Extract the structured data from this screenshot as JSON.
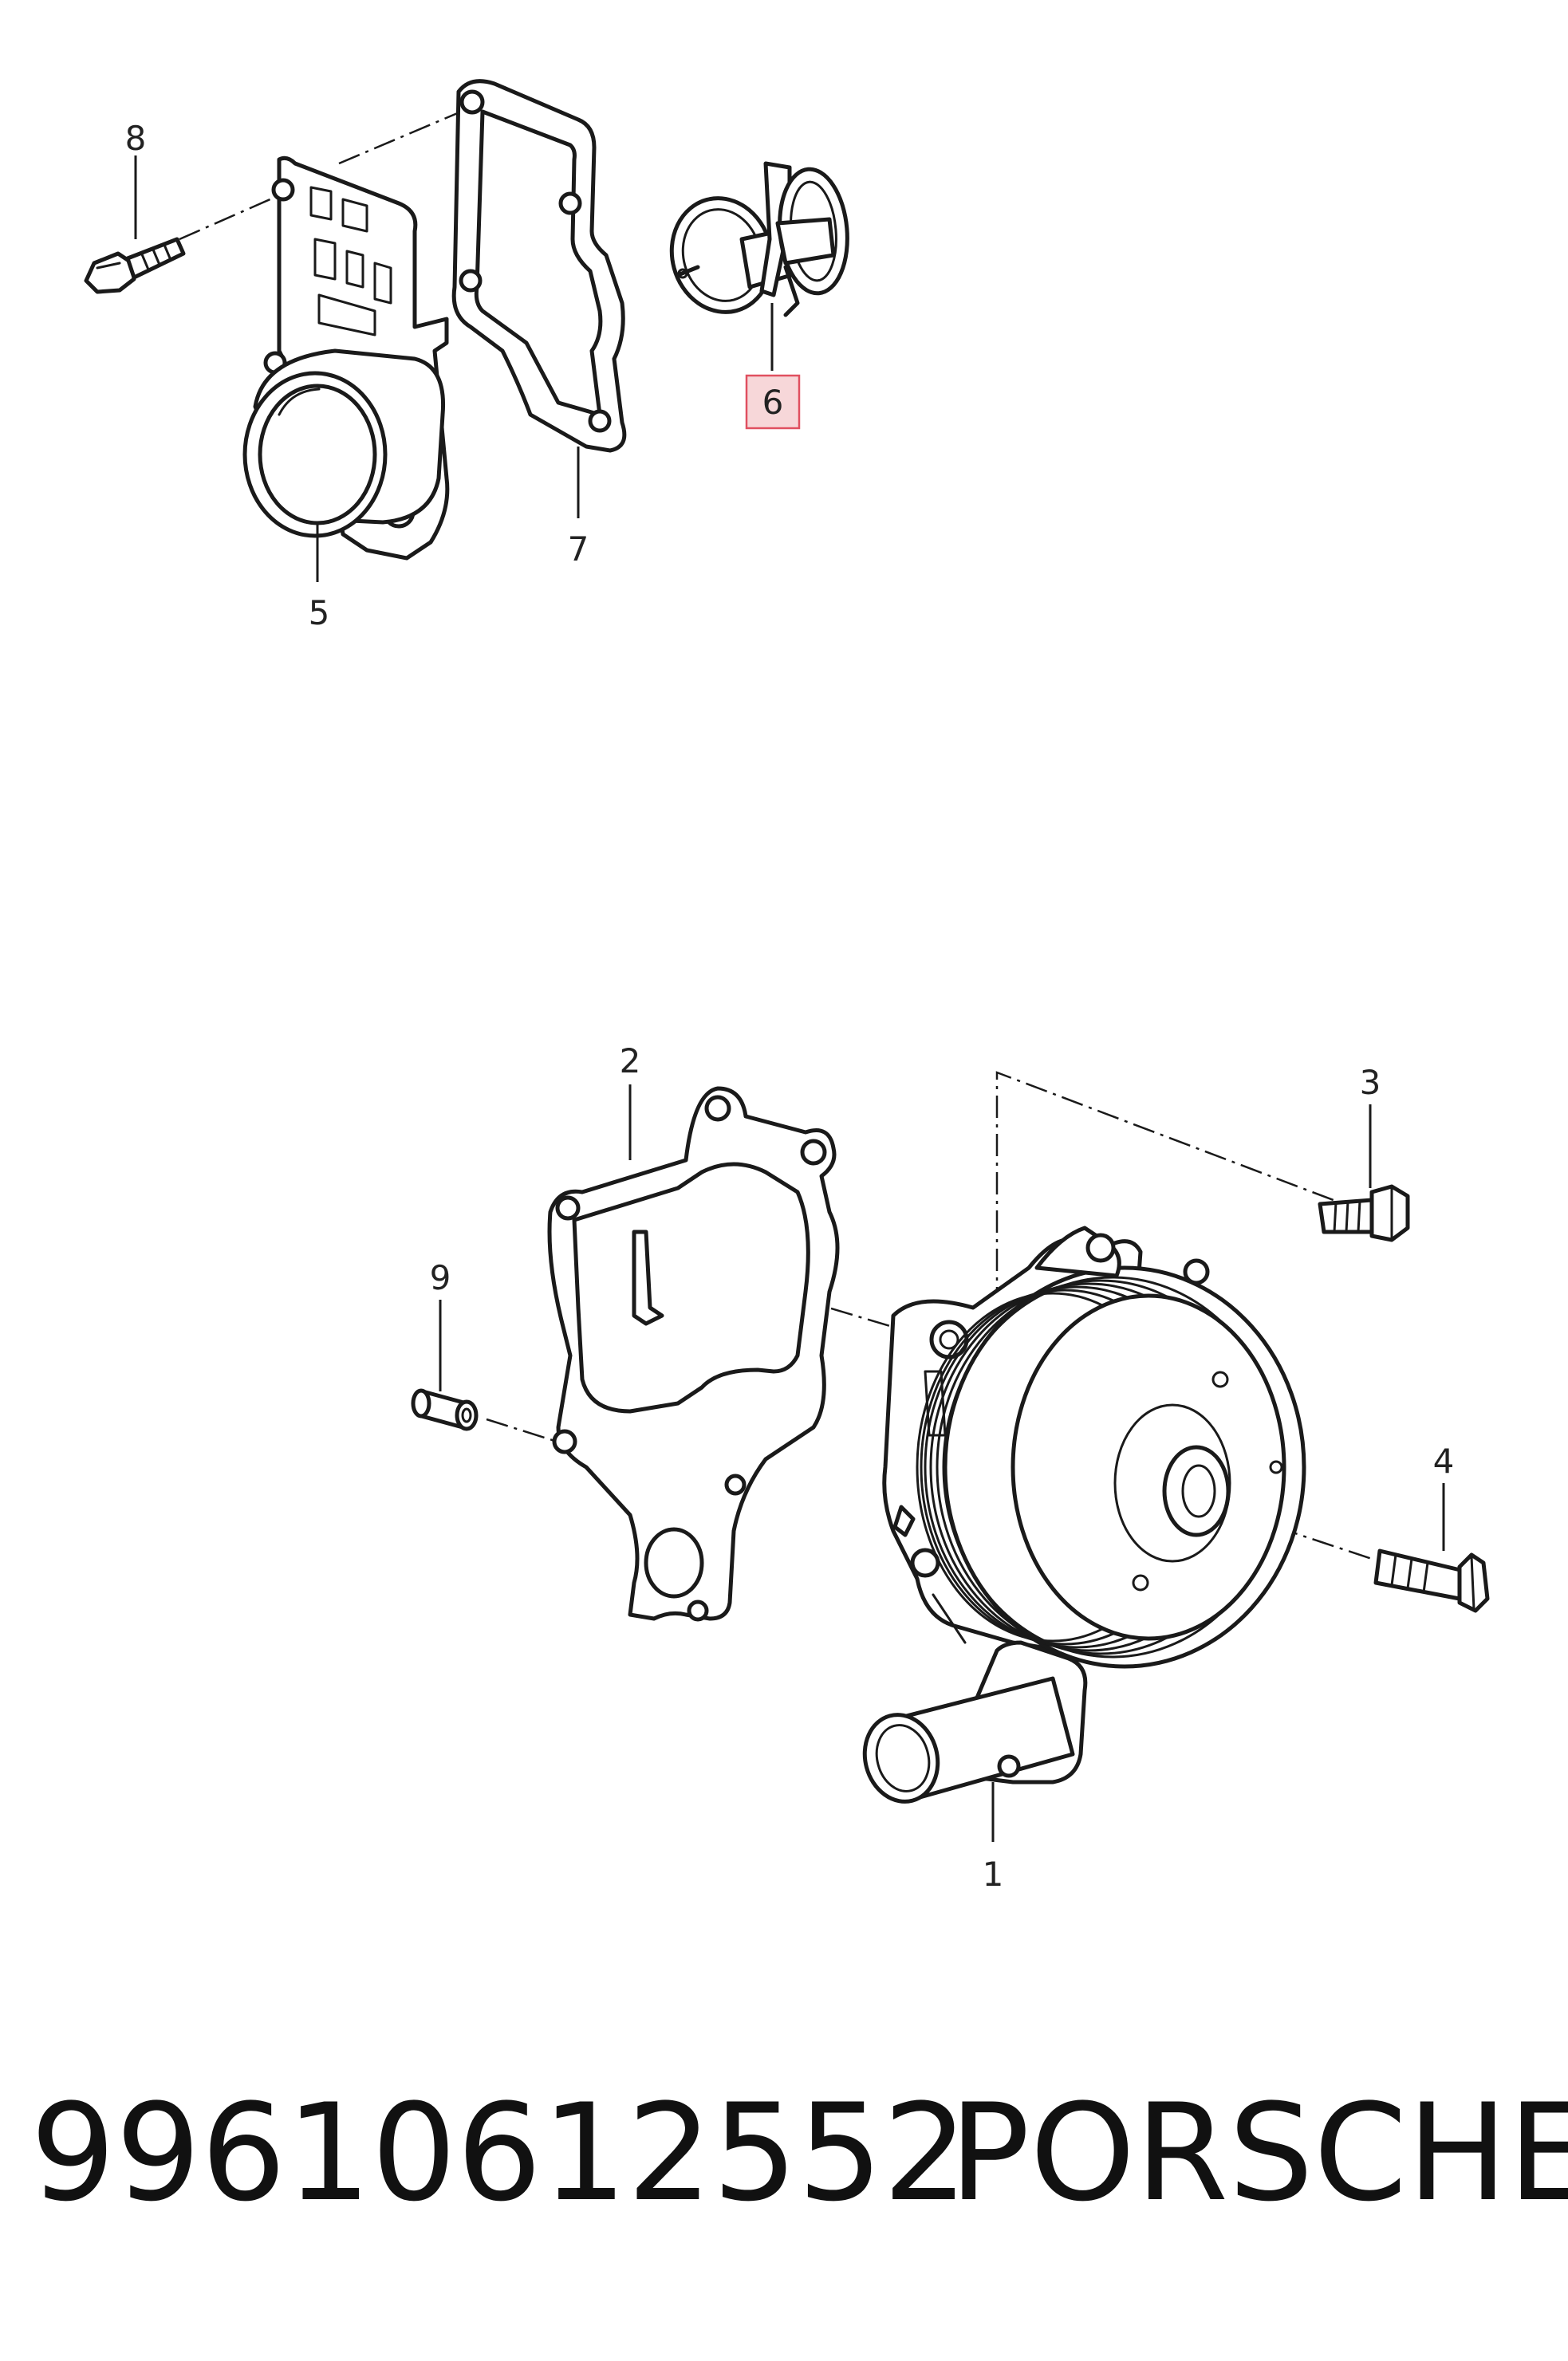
{
  "callouts": {
    "c1": "1",
    "c2": "2",
    "c3": "3",
    "c4": "4",
    "c5": "5",
    "c6": "6",
    "c7": "7",
    "c8": "8",
    "c9": "9"
  },
  "highlighted_callout": "6",
  "colors": {
    "highlight_fill": "#f7d7d9",
    "highlight_stroke": "#e05060",
    "line": "#1a1a1a"
  },
  "footer": {
    "part_number": "99610612552",
    "brand": "PORSCHE"
  }
}
